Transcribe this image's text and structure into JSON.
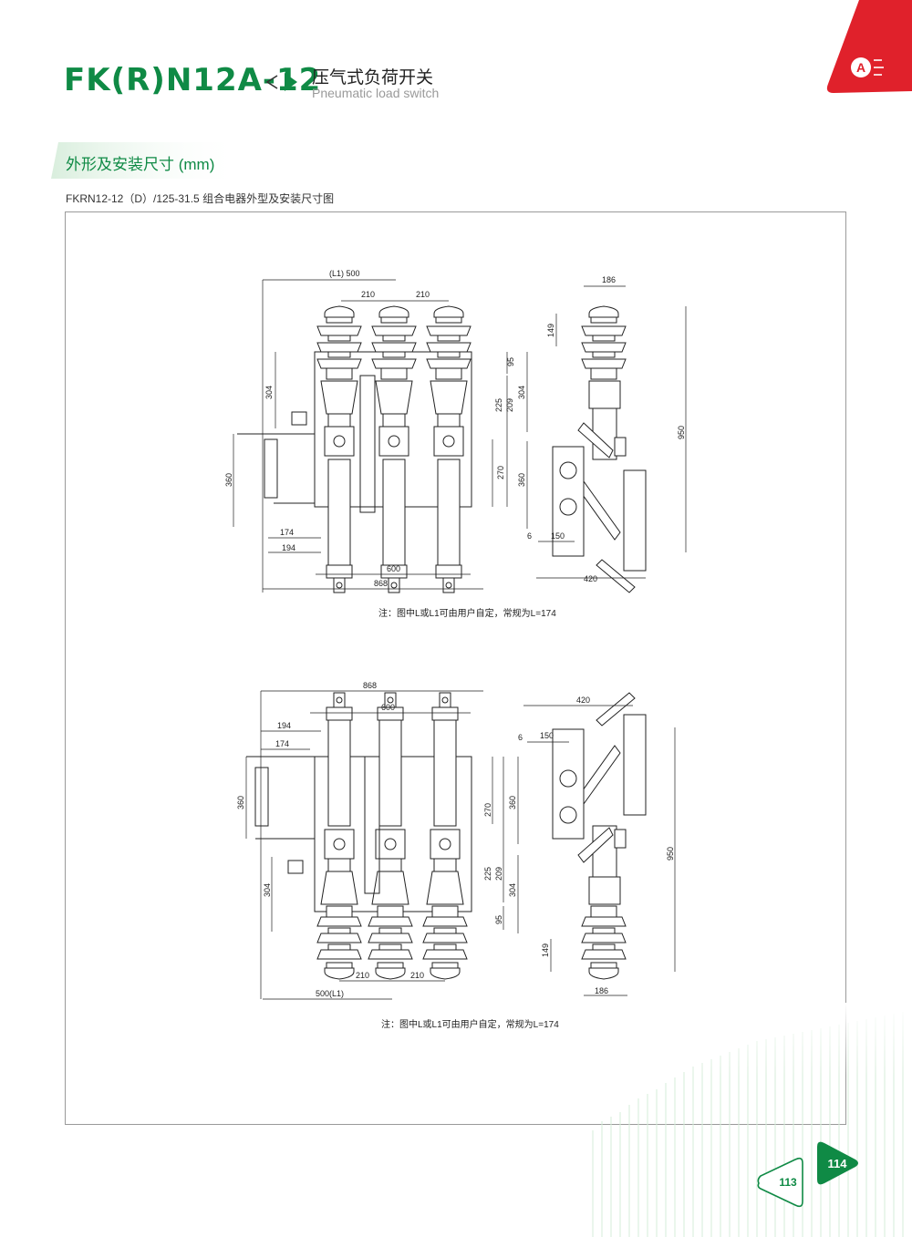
{
  "header": {
    "product_code": "FK(R)N12A-12",
    "title_cn": "压气式负荷开关",
    "title_en": "Pneumatic load switch",
    "brand_letter": "A"
  },
  "section": {
    "title": "外形及安装尺寸 (mm)",
    "caption": "FKRN12-12（D）/125-31.5 组合电器外型及安装尺寸图"
  },
  "drawing_top": {
    "dims": {
      "l1_500": "(L1) 500",
      "d210a": "210",
      "d210b": "210",
      "d186": "186",
      "d149": "149",
      "d304": "304",
      "d304s": "304",
      "d95": "95",
      "d225": "225",
      "d209": "209",
      "d270": "270",
      "d360": "360",
      "d360s": "360",
      "d950": "950",
      "d174": "174",
      "d194": "194",
      "d600": "600",
      "d868": "868",
      "d6": "6",
      "d150": "150",
      "d420": "420"
    },
    "note": "注：图中L或L1可由用户自定，常规为L=174"
  },
  "drawing_bottom": {
    "dims": {
      "d868": "868",
      "d600": "600",
      "d194": "194",
      "d174": "174",
      "d360": "360",
      "d360s": "360",
      "d270": "270",
      "d225": "225",
      "d209": "209",
      "d304": "304",
      "d304s": "304",
      "d95": "95",
      "d210a": "210",
      "d210b": "210",
      "l1_500": "500(L1)",
      "d420": "420",
      "d150": "150",
      "d6": "6",
      "d950": "950",
      "d149": "149",
      "d186": "186"
    },
    "note": "注：图中L或L1可由用户自定，常规为L=174"
  },
  "footer": {
    "page_left": "113",
    "page_right": "114"
  },
  "colors": {
    "brand_green": "#0f8a45",
    "brand_red": "#e0212b"
  }
}
